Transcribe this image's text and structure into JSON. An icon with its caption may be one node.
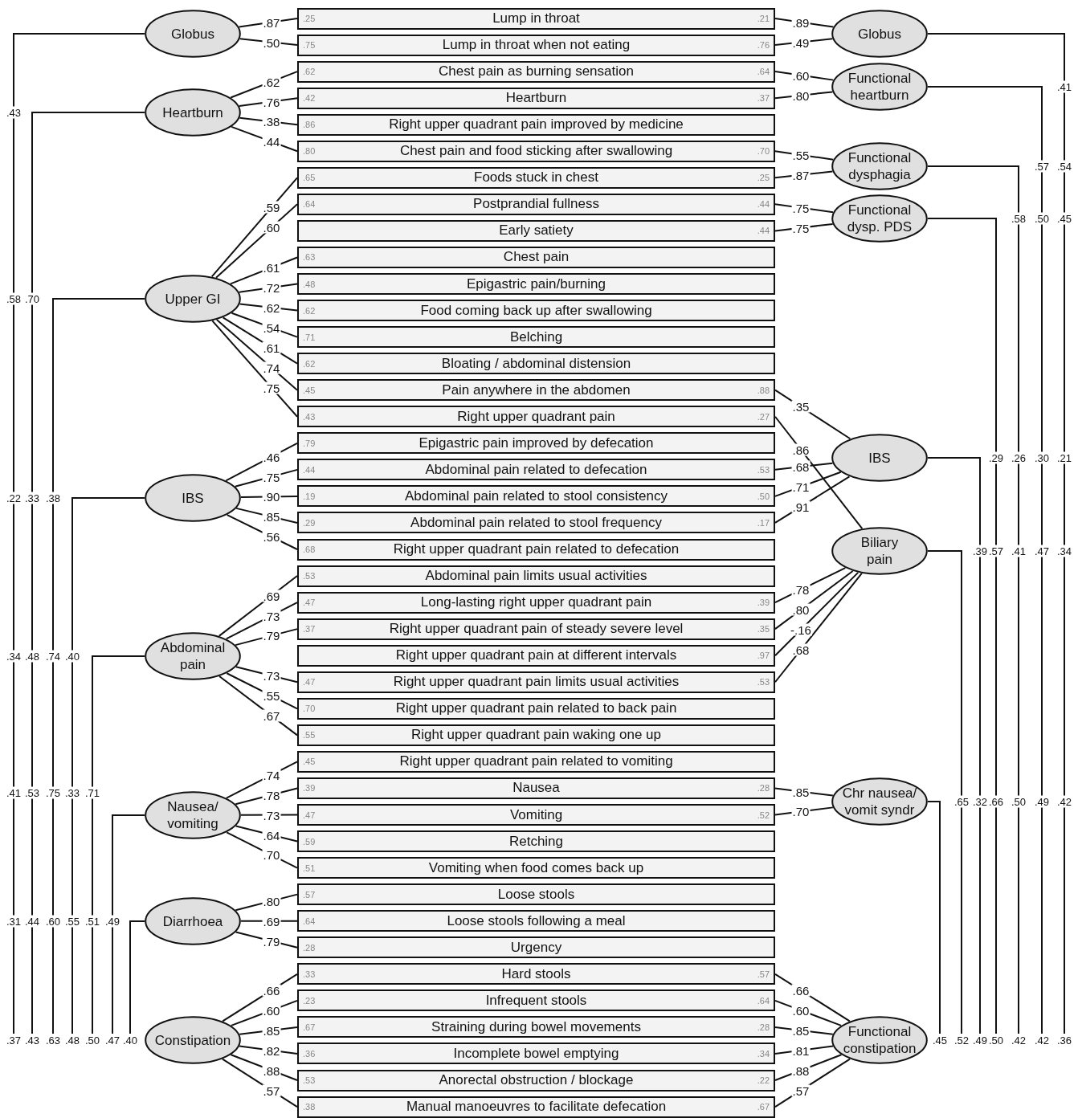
{
  "diagram": {
    "nodes": [
      {
        "text": [
          "Globus"
        ]
      },
      {
        "text": [
          "Heartburn"
        ]
      },
      {
        "text": [
          "Upper GI"
        ]
      },
      {
        "text": [
          "IBS"
        ]
      },
      {
        "text": [
          "Abdominal pain"
        ]
      },
      {
        "text": [
          "Nausea/ vomiting"
        ]
      },
      {
        "text": [
          "Diarrhoea"
        ]
      },
      {
        "text": [
          "Constipation"
        ]
      },
      {
        "text": [
          ".25",
          "Lump in throat",
          ".21"
        ]
      },
      {
        "text": [
          ".75",
          "Lump in throat when not eating",
          ".76"
        ]
      },
      {
        "text": [
          ".62",
          "Chest pain as burning sensation",
          ".64"
        ]
      },
      {
        "text": [
          ".42",
          "Heartburn",
          ".37"
        ]
      },
      {
        "text": [
          ".86",
          "Right upper quadrant pain improved by medicine"
        ]
      },
      {
        "text": [
          ".80",
          "Chest pain and food sticking after swallowing",
          ".70"
        ]
      },
      {
        "text": [
          ".65",
          "Foods stuck in chest",
          ".25"
        ]
      },
      {
        "text": [
          ".64",
          "Postprandial fullness",
          ".44"
        ]
      },
      {
        "text": [
          "Early satiety",
          ".44"
        ]
      },
      {
        "text": [
          ".63",
          "Chest pain"
        ]
      },
      {
        "text": [
          ".48",
          "Epigastric pain/burning"
        ]
      },
      {
        "text": [
          ".62",
          "Food coming back up after swallowing"
        ]
      },
      {
        "text": [
          ".71",
          "Belching"
        ]
      },
      {
        "text": [
          ".62",
          "Bloating / abdominal distension"
        ]
      },
      {
        "text": [
          ".45",
          "Pain anywhere in the abdomen",
          ".88"
        ]
      },
      {
        "text": [
          ".43",
          "Right upper quadrant pain",
          ".27"
        ]
      },
      {
        "text": [
          ".79",
          "Epigastric pain improved by defecation"
        ]
      },
      {
        "text": [
          ".44",
          "Abdominal pain related to defecation",
          ".53"
        ]
      },
      {
        "text": [
          ".19",
          "Abdominal pain related to stool consistency",
          ".50"
        ]
      },
      {
        "text": [
          ".29",
          "Abdominal pain related to stool frequency",
          ".17"
        ]
      },
      {
        "text": [
          ".68",
          "Right upper quadrant pain related to defecation"
        ]
      },
      {
        "text": [
          ".53",
          "Abdominal pain limits usual activities"
        ]
      },
      {
        "text": [
          ".47",
          "Long-lasting right upper quadrant pain",
          ".39"
        ]
      },
      {
        "text": [
          ".37",
          "Right upper quadrant pain of steady severe level",
          ".35"
        ]
      },
      {
        "text": [
          "Right upper quadrant pain at different intervals",
          ".97"
        ]
      },
      {
        "text": [
          ".47",
          "Right upper quadrant pain limits usual activities",
          ".53"
        ]
      },
      {
        "text": [
          ".70",
          "Right upper quadrant pain related to back pain"
        ]
      },
      {
        "text": [
          ".55",
          "Right upper quadrant pain waking one up"
        ]
      },
      {
        "text": [
          ".45",
          "Right upper quadrant pain related to vomiting"
        ]
      },
      {
        "text": [
          ".39",
          "Nausea",
          ".28"
        ]
      },
      {
        "text": [
          ".47",
          "Vomiting",
          ".52"
        ]
      },
      {
        "text": [
          ".59",
          "Retching"
        ]
      },
      {
        "text": [
          ".51",
          "Vomiting when food comes back up"
        ]
      },
      {
        "text": [
          ".57",
          "Loose stools"
        ]
      },
      {
        "text": [
          ".64",
          "Loose stools following a meal"
        ]
      },
      {
        "text": [
          ".28",
          "Urgency"
        ]
      },
      {
        "text": [
          ".33",
          "Hard stools",
          ".57"
        ]
      },
      {
        "text": [
          ".23",
          "Infrequent stools",
          ".64"
        ]
      },
      {
        "text": [
          ".67",
          "Straining during bowel movements",
          ".28"
        ]
      },
      {
        "text": [
          ".36",
          "Incomplete bowel emptying",
          ".34"
        ]
      },
      {
        "text": [
          ".53",
          "Anorectal obstruction / blockage",
          ".22"
        ]
      },
      {
        "text": [
          ".38",
          "Manual manoeuvres to facilitate defecation",
          ".67"
        ]
      },
      {
        "text": [
          "Globus"
        ]
      },
      {
        "text": [
          "Functional heartburn"
        ]
      },
      {
        "text": [
          "Functional dysphagia"
        ]
      },
      {
        "text": [
          "Functional dysp. PDS"
        ]
      },
      {
        "text": [
          "IBS"
        ]
      },
      {
        "text": [
          "Biliary pain"
        ]
      },
      {
        "text": [
          "Chr nausea/ vomit syndr"
        ]
      },
      {
        "text": [
          "Functional constipation"
        ]
      },
      {
        "text": [
          ".37"
        ]
      },
      {
        "text": [
          ".43"
        ]
      },
      {
        "text": [
          ".63"
        ]
      },
      {
        "text": [
          ".48"
        ]
      },
      {
        "text": [
          ".50"
        ]
      },
      {
        "text": [
          ".47"
        ]
      },
      {
        "text": [
          ".40"
        ]
      },
      {
        "text": [
          ".45"
        ]
      },
      {
        "text": [
          ".52"
        ]
      },
      {
        "text": [
          ".49"
        ]
      },
      {
        "text": [
          ".50"
        ]
      },
      {
        "text": [
          ".42"
        ]
      },
      {
        "text": [
          ".42"
        ]
      },
      {
        "text": [
          ".36"
        ]
      }
    ],
    "edges": [
      {
        "from": 0,
        "to": 8,
        "arrow": "none",
        "label": ".87"
      },
      {
        "from": 0,
        "to": 9,
        "arrow": "none",
        "label": ".50"
      },
      {
        "from": 1,
        "to": 10,
        "arrow": "none",
        "label": ".62"
      },
      {
        "from": 1,
        "to": 11,
        "arrow": "none",
        "label": ".76"
      },
      {
        "from": 1,
        "to": 12,
        "arrow": "none",
        "label": ".38"
      },
      {
        "from": 1,
        "to": 13,
        "arrow": "none",
        "label": ".44"
      },
      {
        "from": 2,
        "to": 14,
        "arrow": "none",
        "label": ".59"
      },
      {
        "from": 2,
        "to": 15,
        "arrow": "none",
        "label": ".60"
      },
      {
        "from": 2,
        "to": 17,
        "arrow": "none",
        "label": ".61"
      },
      {
        "from": 2,
        "to": 18,
        "arrow": "none",
        "label": ".72"
      },
      {
        "from": 2,
        "to": 19,
        "arrow": "none",
        "label": ".62"
      },
      {
        "from": 2,
        "to": 20,
        "arrow": "none",
        "label": ".54"
      },
      {
        "from": 2,
        "to": 21,
        "arrow": "none",
        "label": ".61"
      },
      {
        "from": 2,
        "to": 22,
        "arrow": "none",
        "label": ".74"
      },
      {
        "from": 2,
        "to": 23,
        "arrow": "none",
        "label": ".75"
      },
      {
        "from": 3,
        "to": 24,
        "arrow": "none",
        "label": ".46"
      },
      {
        "from": 3,
        "to": 25,
        "arrow": "none",
        "label": ".75"
      },
      {
        "from": 3,
        "to": 26,
        "arrow": "none",
        "label": ".90"
      },
      {
        "from": 3,
        "to": 27,
        "arrow": "none",
        "label": ".85"
      },
      {
        "from": 3,
        "to": 28,
        "arrow": "none",
        "label": ".56"
      },
      {
        "from": 4,
        "to": 29,
        "arrow": "none",
        "label": ".69"
      },
      {
        "from": 4,
        "to": 30,
        "arrow": "none",
        "label": ".73"
      },
      {
        "from": 4,
        "to": 31,
        "arrow": "none",
        "label": ".79"
      },
      {
        "from": 4,
        "to": 33,
        "arrow": "none",
        "label": ".73"
      },
      {
        "from": 4,
        "to": 34,
        "arrow": "none",
        "label": ".55"
      },
      {
        "from": 4,
        "to": 35,
        "arrow": "none",
        "label": ".67"
      },
      {
        "from": 5,
        "to": 36,
        "arrow": "none",
        "label": ".74"
      },
      {
        "from": 5,
        "to": 37,
        "arrow": "none",
        "label": ".78"
      },
      {
        "from": 5,
        "to": 38,
        "arrow": "none",
        "label": ".73"
      },
      {
        "from": 5,
        "to": 39,
        "arrow": "none",
        "label": ".64"
      },
      {
        "from": 5,
        "to": 40,
        "arrow": "none",
        "label": ".70"
      },
      {
        "from": 6,
        "to": 41,
        "arrow": "none",
        "label": ".80"
      },
      {
        "from": 6,
        "to": 42,
        "arrow": "none",
        "label": ".69"
      },
      {
        "from": 6,
        "to": 43,
        "arrow": "none",
        "label": ".79"
      },
      {
        "from": 7,
        "to": 44,
        "arrow": "none",
        "label": ".66"
      },
      {
        "from": 7,
        "to": 45,
        "arrow": "none",
        "label": ".60"
      },
      {
        "from": 7,
        "to": 46,
        "arrow": "none",
        "label": ".85"
      },
      {
        "from": 7,
        "to": 47,
        "arrow": "none",
        "label": ".82"
      },
      {
        "from": 7,
        "to": 48,
        "arrow": "none",
        "label": ".88"
      },
      {
        "from": 7,
        "to": 49,
        "arrow": "none",
        "label": ".57"
      },
      {
        "from": 50,
        "to": 8,
        "arrow": "none",
        "label": ".89"
      },
      {
        "from": 50,
        "to": 9,
        "arrow": "none",
        "label": ".49"
      },
      {
        "from": 51,
        "to": 10,
        "arrow": "none",
        "label": ".60"
      },
      {
        "from": 51,
        "to": 11,
        "arrow": "none",
        "label": ".80"
      },
      {
        "from": 52,
        "to": 13,
        "arrow": "none",
        "label": ".55"
      },
      {
        "from": 52,
        "to": 14,
        "arrow": "none",
        "label": ".87"
      },
      {
        "from": 53,
        "to": 15,
        "arrow": "none",
        "label": ".75"
      },
      {
        "from": 53,
        "to": 16,
        "arrow": "none",
        "label": ".75"
      },
      {
        "from": 54,
        "to": 22,
        "arrow": "none",
        "label": ".35"
      },
      {
        "from": 54,
        "to": 25,
        "arrow": "none",
        "label": ".68"
      },
      {
        "from": 54,
        "to": 26,
        "arrow": "none",
        "label": ".71"
      },
      {
        "from": 54,
        "to": 27,
        "arrow": "none",
        "label": ".91"
      },
      {
        "from": 55,
        "to": 23,
        "arrow": "none",
        "label": ".86"
      },
      {
        "from": 55,
        "to": 30,
        "arrow": "none",
        "label": ".78"
      },
      {
        "from": 55,
        "to": 31,
        "arrow": "none",
        "label": ".80"
      },
      {
        "from": 55,
        "to": 32,
        "arrow": "none",
        "label": "-.16"
      },
      {
        "from": 55,
        "to": 33,
        "arrow": "none",
        "label": ".68"
      },
      {
        "from": 56,
        "to": 37,
        "arrow": "none",
        "label": ".85"
      },
      {
        "from": 56,
        "to": 38,
        "arrow": "none",
        "label": ".70"
      },
      {
        "from": 57,
        "to": 44,
        "arrow": "none",
        "label": ".66"
      },
      {
        "from": 57,
        "to": 45,
        "arrow": "none",
        "label": ".60"
      },
      {
        "from": 57,
        "to": 46,
        "arrow": "none",
        "label": ".85"
      },
      {
        "from": 57,
        "to": 47,
        "arrow": "none",
        "label": ".81"
      },
      {
        "from": 57,
        "to": 48,
        "arrow": "none",
        "label": ".88"
      },
      {
        "from": 57,
        "to": 49,
        "arrow": "none",
        "label": ".57"
      },
      {
        "from": 0,
        "to": 58,
        "arrow": "none"
      },
      {
        "from": 1,
        "to": 59,
        "arrow": "none"
      },
      {
        "from": 2,
        "to": 60,
        "arrow": "none"
      },
      {
        "from": 3,
        "to": 61,
        "arrow": "none"
      },
      {
        "from": 4,
        "to": 62,
        "arrow": "none"
      },
      {
        "from": 5,
        "to": 63,
        "arrow": "none"
      },
      {
        "from": 6,
        "to": 64,
        "arrow": "none"
      },
      {
        "from": 50,
        "to": 71,
        "arrow": "none"
      },
      {
        "from": 51,
        "to": 70,
        "arrow": "none"
      },
      {
        "from": 52,
        "to": 69,
        "arrow": "none"
      },
      {
        "from": 53,
        "to": 68,
        "arrow": "none"
      },
      {
        "from": 54,
        "to": 67,
        "arrow": "none"
      },
      {
        "from": 55,
        "to": 66,
        "arrow": "none"
      },
      {
        "from": 56,
        "to": 65,
        "arrow": "none"
      }
    ],
    "labels": [
      ".41",
      ".43",
      ".57",
      ".54",
      ".58",
      ".50",
      ".45",
      ".58",
      ".70",
      ".29",
      ".26",
      ".30",
      ".21",
      ".22",
      ".33",
      ".38",
      ".39",
      ".57",
      ".41",
      ".47",
      ".34",
      ".34",
      ".48",
      ".74",
      ".40",
      ".41",
      ".53",
      ".75",
      ".33",
      ".71",
      ".65",
      ".32",
      ".66",
      ".50",
      ".49",
      ".42",
      ".31",
      ".44",
      ".60",
      ".55",
      ".51",
      ".49"
    ]
  }
}
